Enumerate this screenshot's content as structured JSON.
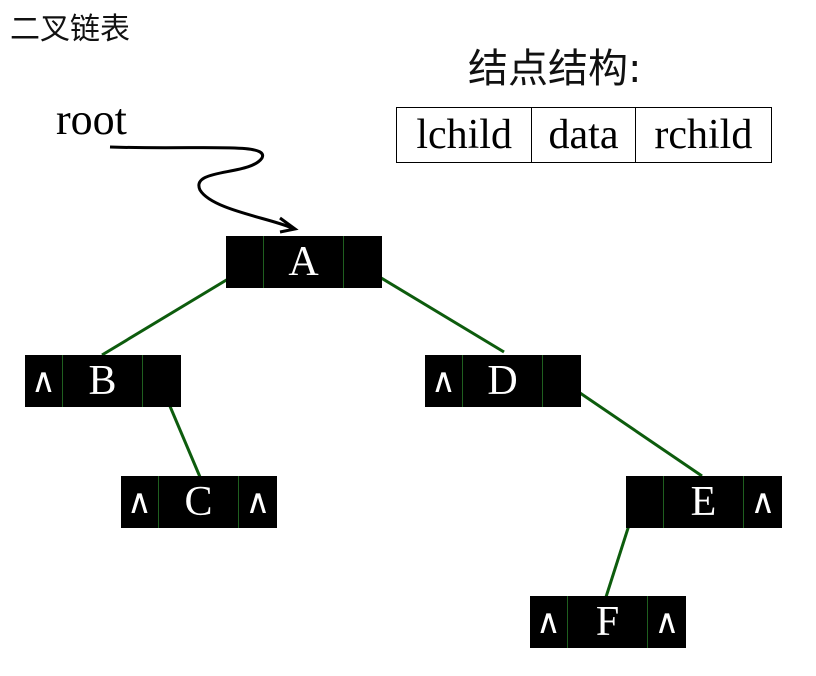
{
  "title": "二叉链表",
  "structure_label": "结点结构:",
  "root_label": "root",
  "structure_fields": [
    "lchild",
    "data",
    "rchild"
  ],
  "null_symbol": "∧",
  "link_color": "#0d5c0d",
  "nodes": {
    "A": {
      "left": "",
      "data": "A",
      "right": ""
    },
    "B": {
      "left": "∧",
      "data": "B",
      "right": ""
    },
    "C": {
      "left": "∧",
      "data": "C",
      "right": "∧"
    },
    "D": {
      "left": "∧",
      "data": "D",
      "right": ""
    },
    "E": {
      "left": "",
      "data": "E",
      "right": "∧"
    },
    "F": {
      "left": "∧",
      "data": "F",
      "right": "∧"
    }
  }
}
